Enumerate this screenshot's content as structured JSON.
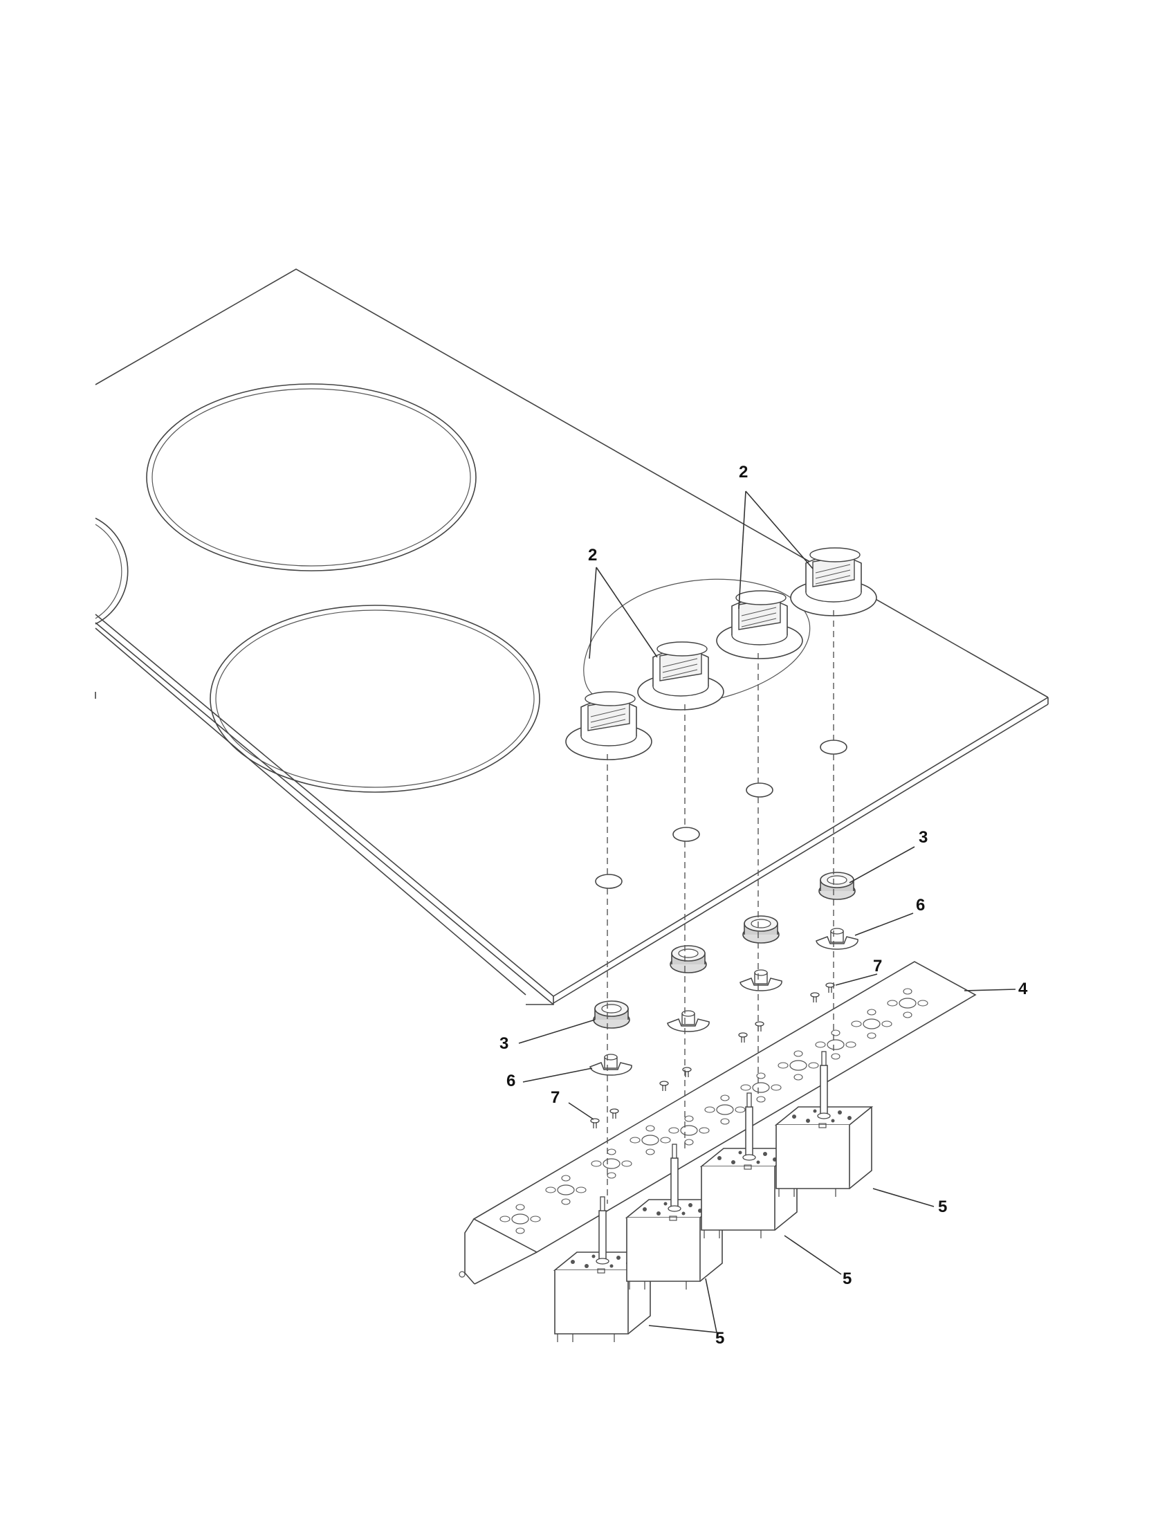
{
  "diagram": {
    "title": "",
    "callouts": {
      "knob_left_group": "2",
      "knob_right_group": "2",
      "bezel_upper": "3",
      "bezel_lower": "3",
      "bracket": "4",
      "switch_right": "5",
      "switch_mid": "5",
      "switch_left_group": "5",
      "clip_upper": "6",
      "clip_lower": "6",
      "screw_upper": "7",
      "screw_lower": "7"
    },
    "colors": {
      "line": "#444444",
      "label": "#111111",
      "background": "#ffffff"
    }
  }
}
